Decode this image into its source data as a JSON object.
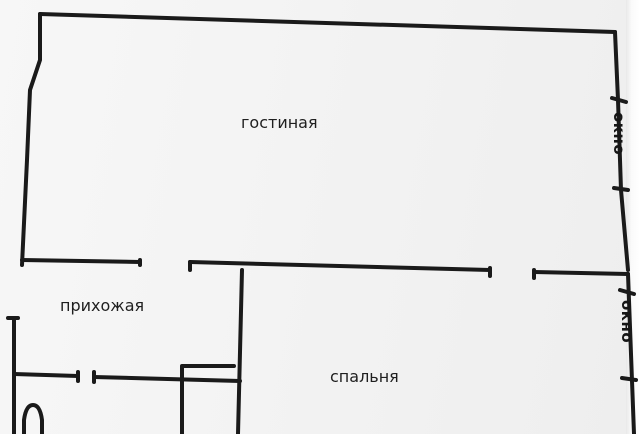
{
  "rooms": {
    "living": "гостиная",
    "hallway": "прихожая",
    "bedroom": "спальня"
  },
  "windows": {
    "upper": "окно",
    "lower": "окно"
  }
}
